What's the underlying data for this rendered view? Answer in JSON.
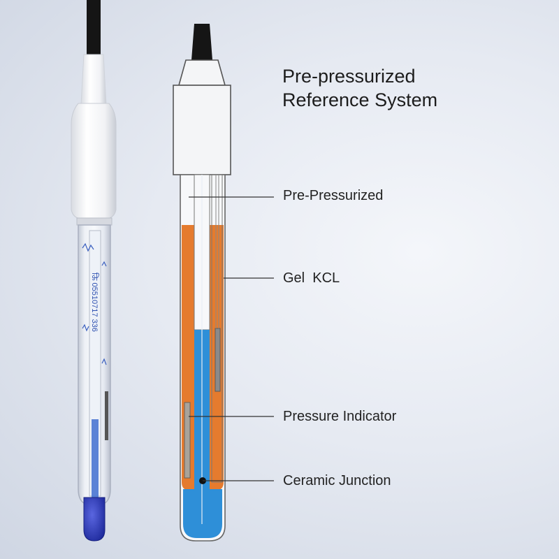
{
  "title": {
    "line1": "Pre-pressurized",
    "line2": "Reference System"
  },
  "callouts": [
    {
      "label": "Pre-Pressurized",
      "target": "pressurized-headspace"
    },
    {
      "label": "Gel  KCL",
      "target": "gel-kcl-chamber"
    },
    {
      "label": "Pressure Indicator",
      "target": "pressure-indicator-bar"
    },
    {
      "label": "Ceramic Junction",
      "target": "ceramic-junction-dot"
    }
  ],
  "probe_markings": {
    "serial_text": "ऊि 05510717 336"
  },
  "colors": {
    "gel_orange": "#e57b2e",
    "electrolyte_blue": "#2e8fd8",
    "bulb_blue": "#2a35b8",
    "cable": "#151515",
    "housing": "#f4f5f7"
  }
}
